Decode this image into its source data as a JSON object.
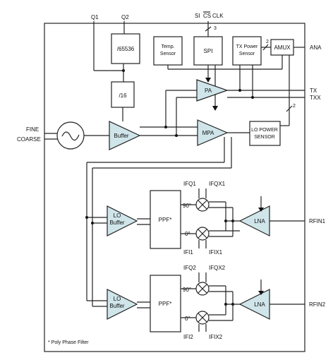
{
  "pins": {
    "q1": "Q1",
    "q2": "Q2",
    "si": "SI",
    "cs": "CS",
    "clk": "CLK",
    "ana": "ANA",
    "tx": "TX",
    "txx": "TXX",
    "fine": "FINE",
    "coarse": "COARSE",
    "rfin1": "RFIN1",
    "rfin2": "RFIN2",
    "ifq1": "IFQ1",
    "ifqx1": "IFQX1",
    "ifi1": "IFI1",
    "ifix1": "IFIX1",
    "ifq2": "IFQ2",
    "ifqx2": "IFQX2",
    "ifi2": "IFI2",
    "ifix2": "IFIX2"
  },
  "blocks": {
    "div65536": "/65536",
    "div16": "/16",
    "temp_sensor": [
      "Temp.",
      "Sensor"
    ],
    "spi": "SPI",
    "tx_power_sensor": [
      "TX Power",
      "Sensor"
    ],
    "amux": "AMUX",
    "pa": "PA",
    "mpa": "MPA",
    "lo_power_sensor": [
      "LO POWER",
      "SENSOR"
    ],
    "buffer": "Buffer",
    "lo_buffer": [
      "LO",
      "Buffer"
    ],
    "ppf": "PPF*",
    "lna": "LNA",
    "deg90": "90°",
    "deg0": "0°"
  },
  "bus_widths": {
    "spi": "3",
    "amux": "2",
    "lo_sensor": "2"
  },
  "footnote": "* Poly Phase Filter"
}
